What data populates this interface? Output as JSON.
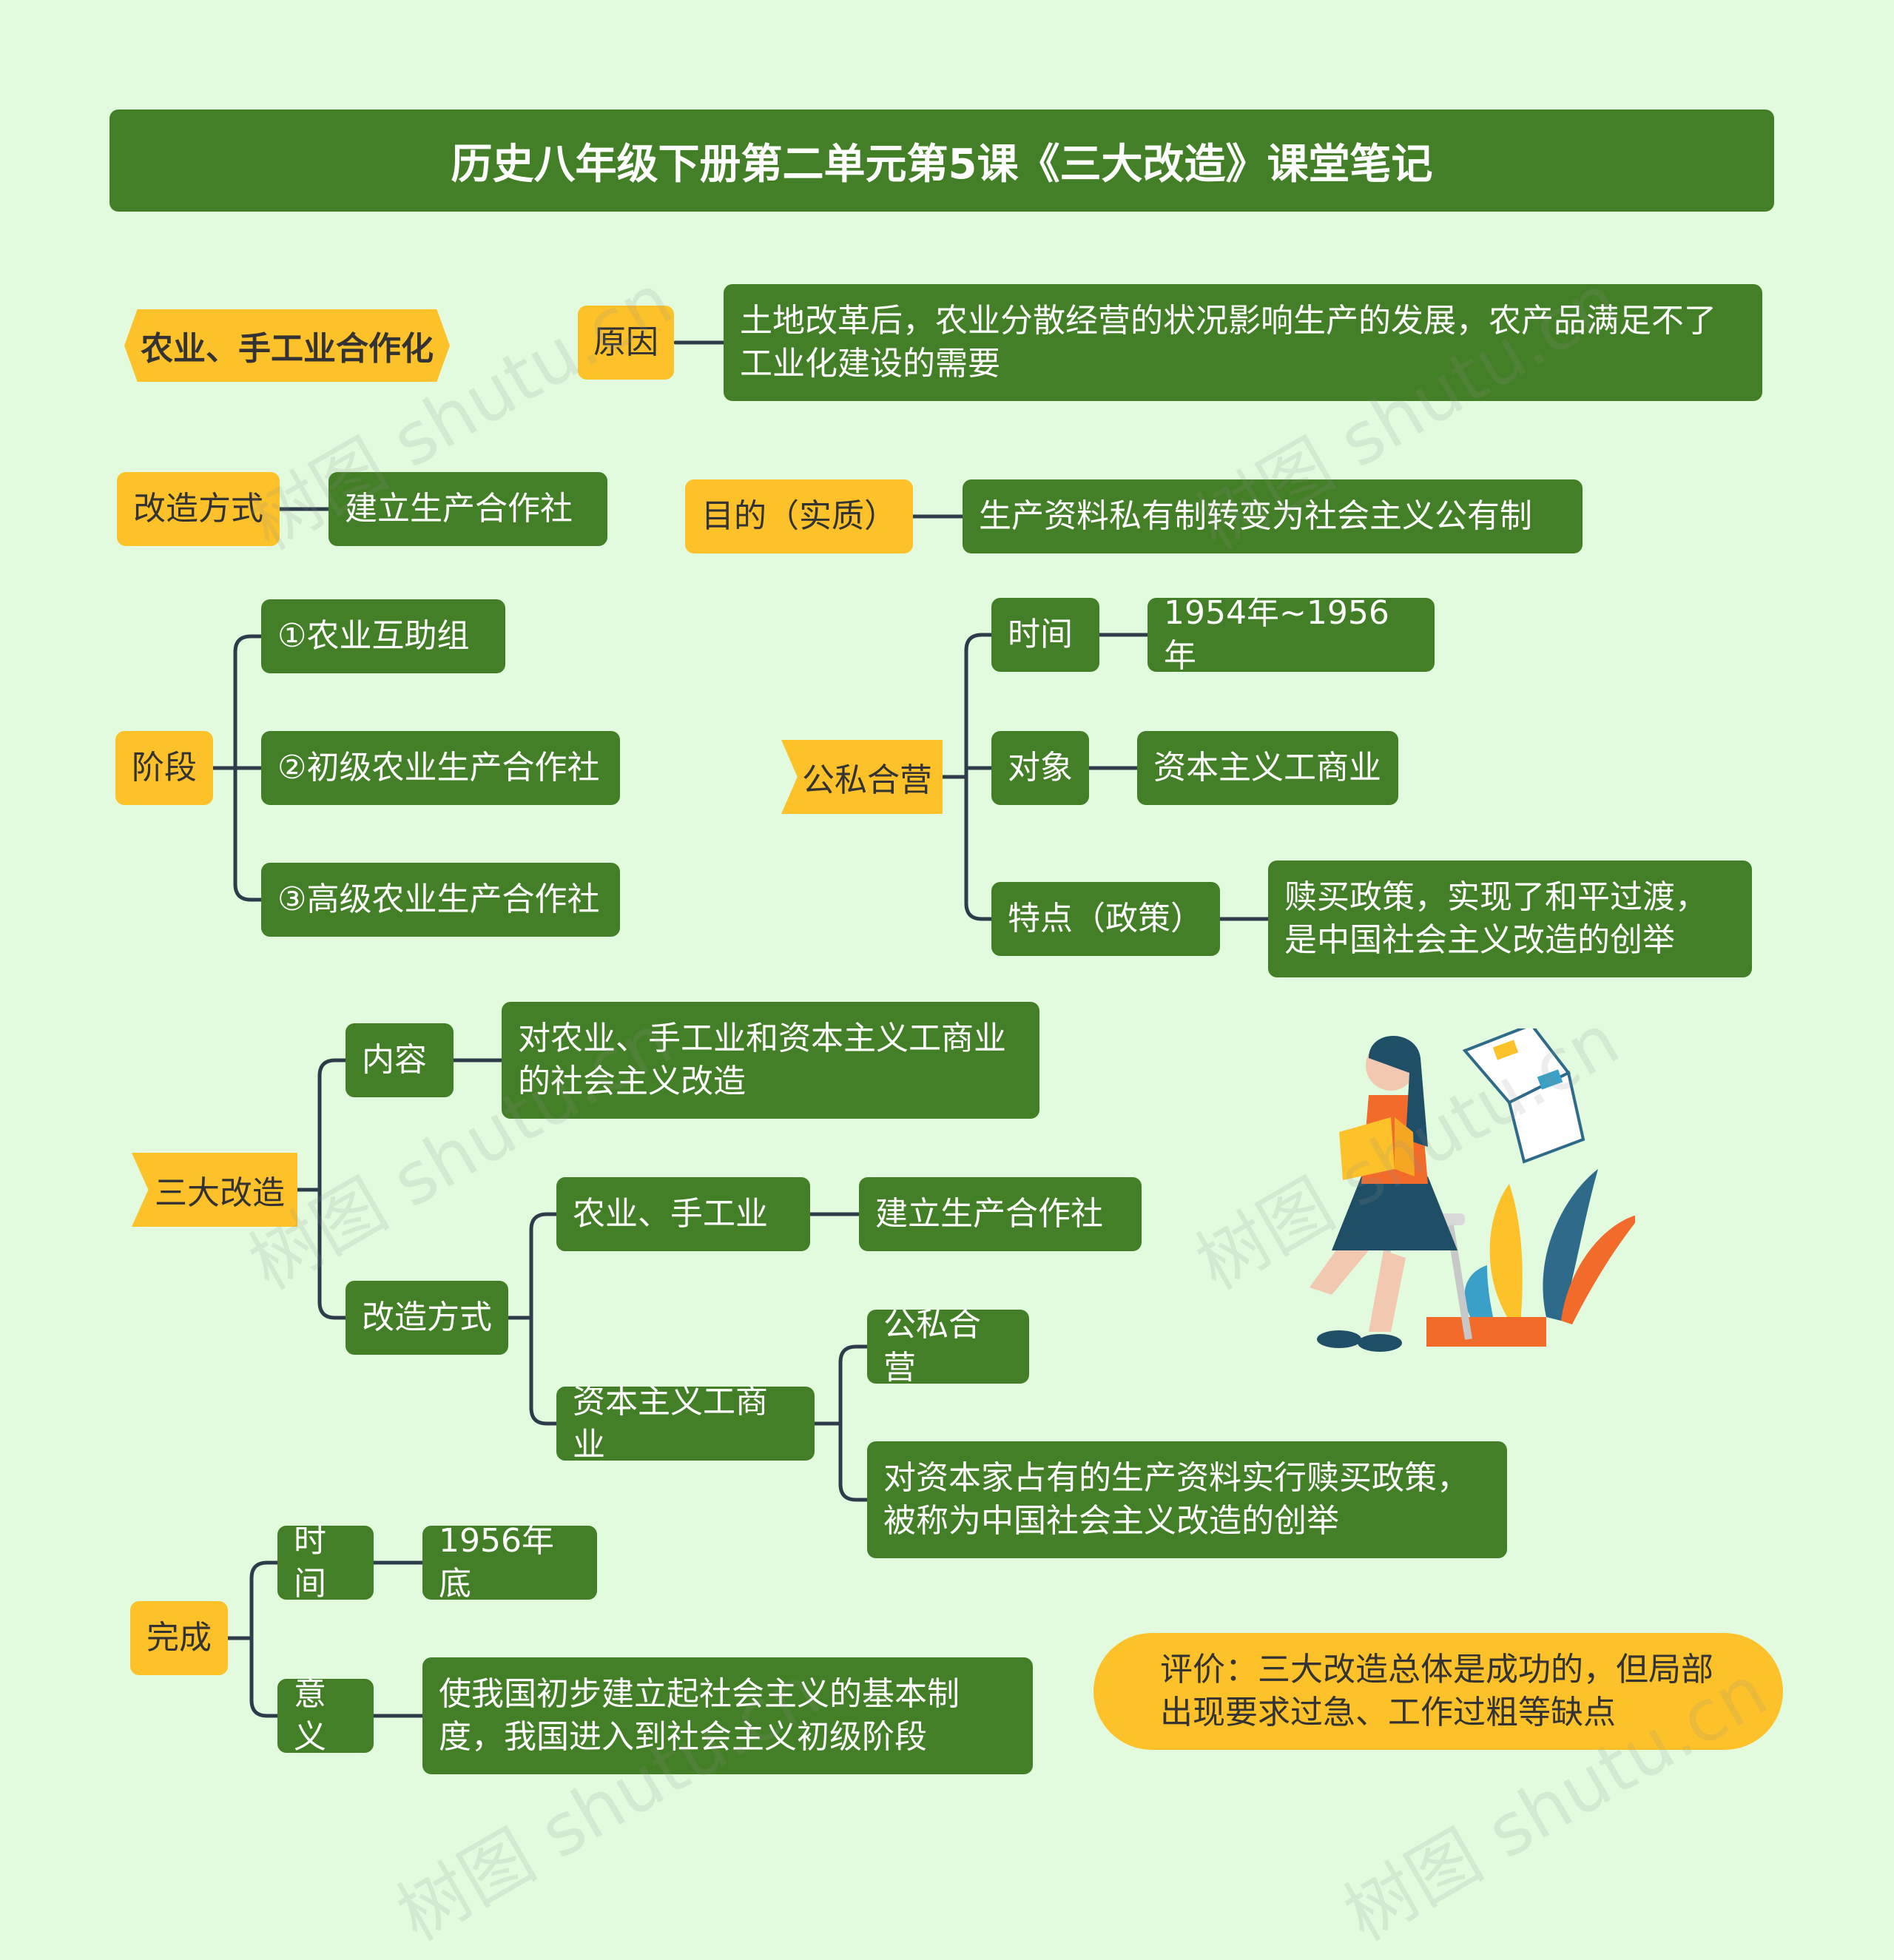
{
  "title": "历史八年级下册第二单元第5课《三大改造》课堂笔记",
  "watermark": "树图 shutu.cn",
  "colors": {
    "background": "#e2fbdf",
    "green": "#437f26",
    "yellow": "#fdc12a",
    "connector": "#2d3b4a"
  },
  "section1": {
    "topic": "农业、手工业合作化",
    "reason_label": "原因",
    "reason_text": "土地改革后，农业分散经营的状况影响生产的发展，农产品满足不了工业化建设的需要",
    "method_label": "改造方式",
    "method_text": "建立生产合作社",
    "purpose_label": "目的（实质）",
    "purpose_text": "生产资料私有制转变为社会主义公有制",
    "stage_label": "阶段",
    "stages": [
      "①农业互助组",
      "②初级农业生产合作社",
      "③高级农业生产合作社"
    ]
  },
  "joint": {
    "label": "公私合营",
    "time_label": "时间",
    "time_value": "1954年~1956年",
    "object_label": "对象",
    "object_value": "资本主义工商业",
    "feature_label": "特点（政策）",
    "feature_value": "赎买政策，实现了和平过渡，是中国社会主义改造的创举"
  },
  "three": {
    "label": "三大改造",
    "content_label": "内容",
    "content_value": "对农业、手工业和资本主义工商业的社会主义改造",
    "method_label": "改造方式",
    "agri_label": "农业、手工业",
    "agri_value": "建立生产合作社",
    "capital_label": "资本主义工商业",
    "capital_joint": "公私合营",
    "capital_policy": "对资本家占有的生产资料实行赎买政策，被称为中国社会主义改造的创举"
  },
  "complete": {
    "label": "完成",
    "time_label": "时间",
    "time_value": "1956年底",
    "meaning_label": "意义",
    "meaning_value": "使我国初步建立起社会主义的基本制度，我国进入到社会主义初级阶段"
  },
  "evaluation": "评价：三大改造总体是成功的，但局部出现要求过急、工作过粗等缺点",
  "illustration": "woman-reading-icon"
}
